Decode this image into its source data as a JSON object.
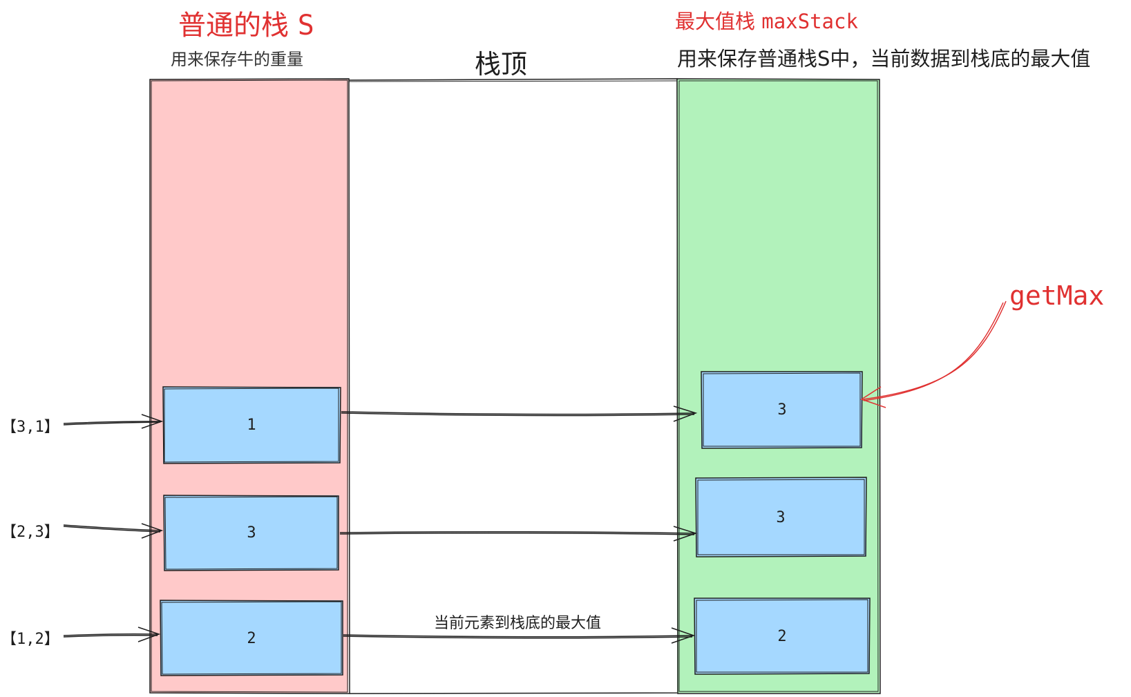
{
  "stack_s": {
    "title": "普通的栈",
    "title_suffix": "S",
    "subtitle": "用来保存牛的重量",
    "items": [
      "1",
      "3",
      "2"
    ],
    "color": "#ffc9c9"
  },
  "stack_top_label": "栈顶",
  "max_stack": {
    "title": "最大值栈",
    "title_suffix": "maxStack",
    "subtitle": "用来保存普通栈S中，当前数据到栈底的最大值",
    "items": [
      "3",
      "3",
      "2"
    ],
    "color": "#b2f2bb"
  },
  "inputs": [
    "【3,1】",
    "【2,3】",
    "【1,2】"
  ],
  "arrow_note": "当前元素到栈底的最大值",
  "getmax_label": "getMax",
  "colors": {
    "item_fill": "#a5d8ff",
    "accent_red": "#e03131",
    "stroke": "#1e1e1e"
  }
}
